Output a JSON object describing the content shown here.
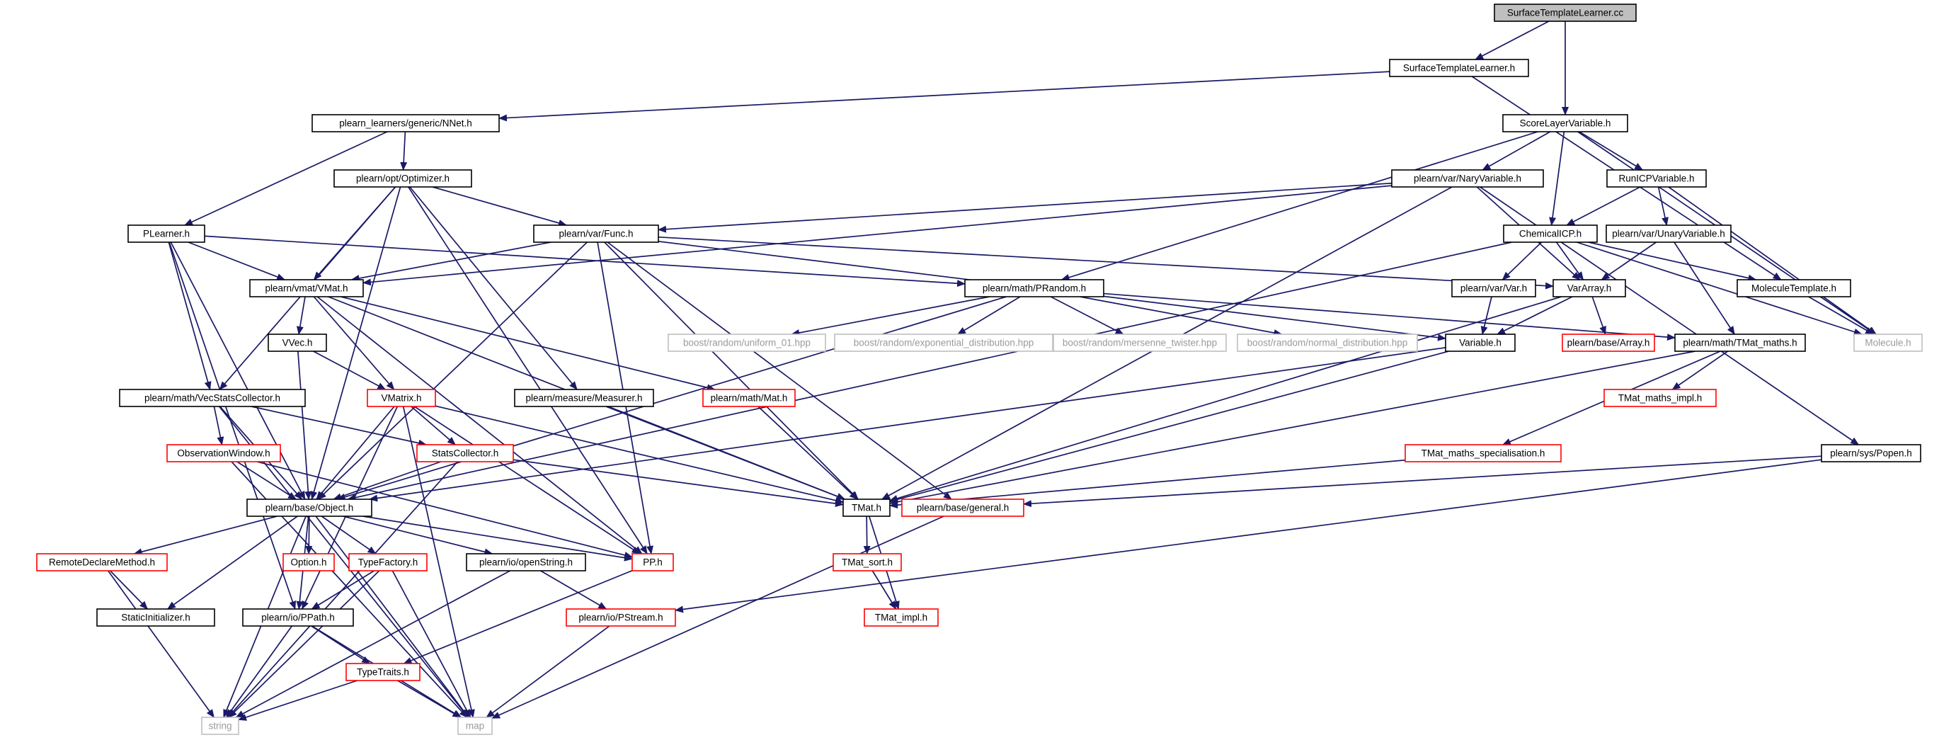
{
  "colors": {
    "edge": "#1a1a66",
    "node_border_black": "#000000",
    "node_border_red": "#ff0000",
    "node_border_gray": "#bfbfbf",
    "root_fill": "#bfbfbf",
    "text": "#000000",
    "text_gray": "#9a9a9a"
  },
  "nodes": [
    {
      "id": "stl_cc",
      "label": "SurfaceTemplateLearner.cc",
      "style": "root"
    },
    {
      "id": "stl_h",
      "label": "SurfaceTemplateLearner.h",
      "style": "black"
    },
    {
      "id": "nnet",
      "label": "plearn_learners/generic/NNet.h",
      "style": "black"
    },
    {
      "id": "slv",
      "label": "ScoreLayerVariable.h",
      "style": "black"
    },
    {
      "id": "optimizer",
      "label": "plearn/opt/Optimizer.h",
      "style": "black"
    },
    {
      "id": "nary",
      "label": "plearn/var/NaryVariable.h",
      "style": "black"
    },
    {
      "id": "runicp",
      "label": "RunICPVariable.h",
      "style": "black"
    },
    {
      "id": "plearner",
      "label": "PLearner.h",
      "style": "black"
    },
    {
      "id": "func",
      "label": "plearn/var/Func.h",
      "style": "black"
    },
    {
      "id": "chemicalicp",
      "label": "ChemicalICP.h",
      "style": "black"
    },
    {
      "id": "unaryvar",
      "label": "plearn/var/UnaryVariable.h",
      "style": "black"
    },
    {
      "id": "vmat",
      "label": "plearn/vmat/VMat.h",
      "style": "black"
    },
    {
      "id": "prandom",
      "label": "plearn/math/PRandom.h",
      "style": "black"
    },
    {
      "id": "var",
      "label": "plearn/var/Var.h",
      "style": "black"
    },
    {
      "id": "vararray",
      "label": "VarArray.h",
      "style": "black"
    },
    {
      "id": "moltemplate",
      "label": "MoleculeTemplate.h",
      "style": "black"
    },
    {
      "id": "molecule",
      "label": "Molecule.h",
      "style": "gray"
    },
    {
      "id": "vvec",
      "label": "VVec.h",
      "style": "black"
    },
    {
      "id": "uniform01",
      "label": "boost/random/uniform_01.hpp",
      "style": "gray"
    },
    {
      "id": "expdist",
      "label": "boost/random/exponential_distribution.hpp",
      "style": "gray"
    },
    {
      "id": "mersenne",
      "label": "boost/random/mersenne_twister.hpp",
      "style": "gray"
    },
    {
      "id": "normdist",
      "label": "boost/random/normal_distribution.hpp",
      "style": "gray"
    },
    {
      "id": "variable",
      "label": "Variable.h",
      "style": "black"
    },
    {
      "id": "basearray",
      "label": "plearn/base/Array.h",
      "style": "red"
    },
    {
      "id": "tmatmaths",
      "label": "plearn/math/TMat_maths.h",
      "style": "black"
    },
    {
      "id": "vecstats",
      "label": "plearn/math/VecStatsCollector.h",
      "style": "black"
    },
    {
      "id": "vmatrix",
      "label": "VMatrix.h",
      "style": "red"
    },
    {
      "id": "measurer",
      "label": "plearn/measure/Measurer.h",
      "style": "black"
    },
    {
      "id": "mat",
      "label": "plearn/math/Mat.h",
      "style": "red"
    },
    {
      "id": "tmatmathsimpl",
      "label": "TMat_maths_impl.h",
      "style": "red"
    },
    {
      "id": "obswindow",
      "label": "ObservationWindow.h",
      "style": "red"
    },
    {
      "id": "statscoll",
      "label": "StatsCollector.h",
      "style": "red"
    },
    {
      "id": "tmatspec",
      "label": "TMat_maths_specialisation.h",
      "style": "red"
    },
    {
      "id": "popen",
      "label": "plearn/sys/Popen.h",
      "style": "black"
    },
    {
      "id": "object",
      "label": "plearn/base/Object.h",
      "style": "black"
    },
    {
      "id": "tmat",
      "label": "TMat.h",
      "style": "black"
    },
    {
      "id": "general",
      "label": "plearn/base/general.h",
      "style": "red"
    },
    {
      "id": "remotedecl",
      "label": "RemoteDeclareMethod.h",
      "style": "red"
    },
    {
      "id": "option",
      "label": "Option.h",
      "style": "red"
    },
    {
      "id": "typefactory",
      "label": "TypeFactory.h",
      "style": "red"
    },
    {
      "id": "openstring",
      "label": "plearn/io/openString.h",
      "style": "black"
    },
    {
      "id": "pp",
      "label": "PP.h",
      "style": "red"
    },
    {
      "id": "tmatsort",
      "label": "TMat_sort.h",
      "style": "red"
    },
    {
      "id": "staticinit",
      "label": "StaticInitializer.h",
      "style": "black"
    },
    {
      "id": "ppath",
      "label": "plearn/io/PPath.h",
      "style": "black"
    },
    {
      "id": "pstream",
      "label": "plearn/io/PStream.h",
      "style": "red"
    },
    {
      "id": "tmatimpl",
      "label": "TMat_impl.h",
      "style": "red"
    },
    {
      "id": "typetraits",
      "label": "TypeTraits.h",
      "style": "red"
    },
    {
      "id": "string",
      "label": "string",
      "style": "gray"
    },
    {
      "id": "map",
      "label": "map",
      "style": "gray"
    }
  ],
  "edges": [
    [
      "stl_cc",
      "stl_h"
    ],
    [
      "stl_cc",
      "slv"
    ],
    [
      "stl_h",
      "nnet"
    ],
    [
      "stl_h",
      "moltemplate"
    ],
    [
      "nnet",
      "optimizer"
    ],
    [
      "nnet",
      "plearner"
    ],
    [
      "slv",
      "nary"
    ],
    [
      "slv",
      "runicp"
    ],
    [
      "slv",
      "chemicalicp"
    ],
    [
      "slv",
      "prandom"
    ],
    [
      "slv",
      "molecule"
    ],
    [
      "optimizer",
      "func"
    ],
    [
      "optimizer",
      "vmat"
    ],
    [
      "optimizer",
      "vecstats"
    ],
    [
      "optimizer",
      "measurer"
    ],
    [
      "optimizer",
      "object"
    ],
    [
      "optimizer",
      "pp"
    ],
    [
      "nary",
      "func"
    ],
    [
      "nary",
      "vmat"
    ],
    [
      "nary",
      "vararray"
    ],
    [
      "nary",
      "tmat"
    ],
    [
      "nary",
      "popen"
    ],
    [
      "runicp",
      "chemicalicp"
    ],
    [
      "runicp",
      "unaryvar"
    ],
    [
      "runicp",
      "molecule"
    ],
    [
      "plearner",
      "vmat"
    ],
    [
      "plearner",
      "prandom"
    ],
    [
      "plearner",
      "vecstats"
    ],
    [
      "plearner",
      "object"
    ],
    [
      "plearner",
      "ppath"
    ],
    [
      "func",
      "vmat"
    ],
    [
      "func",
      "vararray"
    ],
    [
      "func",
      "variable"
    ],
    [
      "func",
      "tmat"
    ],
    [
      "func",
      "object"
    ],
    [
      "func",
      "pp"
    ],
    [
      "func",
      "general"
    ],
    [
      "chemicalicp",
      "var"
    ],
    [
      "chemicalicp",
      "vararray"
    ],
    [
      "chemicalicp",
      "moltemplate"
    ],
    [
      "chemicalicp",
      "molecule"
    ],
    [
      "chemicalicp",
      "object"
    ],
    [
      "unaryvar",
      "vararray"
    ],
    [
      "unaryvar",
      "tmatmaths"
    ],
    [
      "vmat",
      "vvec"
    ],
    [
      "vmat",
      "vmatrix"
    ],
    [
      "vmat",
      "mat"
    ],
    [
      "vmat",
      "tmat"
    ],
    [
      "vmat",
      "pp"
    ],
    [
      "prandom",
      "uniform01"
    ],
    [
      "prandom",
      "expdist"
    ],
    [
      "prandom",
      "mersenne"
    ],
    [
      "prandom",
      "normdist"
    ],
    [
      "prandom",
      "tmatmaths"
    ],
    [
      "prandom",
      "object"
    ],
    [
      "var",
      "variable"
    ],
    [
      "vararray",
      "variable"
    ],
    [
      "vararray",
      "basearray"
    ],
    [
      "vararray",
      "tmat"
    ],
    [
      "moltemplate",
      "molecule"
    ],
    [
      "vvec",
      "vmatrix"
    ],
    [
      "vvec",
      "object"
    ],
    [
      "variable",
      "tmat"
    ],
    [
      "variable",
      "object"
    ],
    [
      "tmatmaths",
      "tmatmathsimpl"
    ],
    [
      "tmatmaths",
      "tmatspec"
    ],
    [
      "tmatmaths",
      "tmat"
    ],
    [
      "vecstats",
      "obswindow"
    ],
    [
      "vecstats",
      "statscoll"
    ],
    [
      "vecstats",
      "object"
    ],
    [
      "vecstats",
      "map"
    ],
    [
      "vmatrix",
      "statscoll"
    ],
    [
      "vmatrix",
      "object"
    ],
    [
      "vmatrix",
      "tmat"
    ],
    [
      "vmatrix",
      "ppath"
    ],
    [
      "vmatrix",
      "pp"
    ],
    [
      "vmatrix",
      "map"
    ],
    [
      "measurer",
      "tmat"
    ],
    [
      "mat",
      "tmat"
    ],
    [
      "obswindow",
      "object"
    ],
    [
      "obswindow",
      "pp"
    ],
    [
      "obswindow",
      "map"
    ],
    [
      "statscoll",
      "object"
    ],
    [
      "statscoll",
      "tmat"
    ],
    [
      "statscoll",
      "string"
    ],
    [
      "tmatspec",
      "tmat"
    ],
    [
      "popen",
      "general"
    ],
    [
      "popen",
      "pstream"
    ],
    [
      "object",
      "remotedecl"
    ],
    [
      "object",
      "option"
    ],
    [
      "object",
      "typefactory"
    ],
    [
      "object",
      "openstring"
    ],
    [
      "object",
      "pp"
    ],
    [
      "object",
      "staticinit"
    ],
    [
      "object",
      "ppath"
    ],
    [
      "object",
      "string"
    ],
    [
      "object",
      "map"
    ],
    [
      "tmat",
      "tmatsort"
    ],
    [
      "tmat",
      "tmatimpl"
    ],
    [
      "general",
      "map"
    ],
    [
      "remotedecl",
      "staticinit"
    ],
    [
      "remotedecl",
      "string"
    ],
    [
      "typefactory",
      "ppath"
    ],
    [
      "typefactory",
      "string"
    ],
    [
      "typefactory",
      "map"
    ],
    [
      "openstring",
      "pstream"
    ],
    [
      "openstring",
      "string"
    ],
    [
      "pp",
      "typetraits"
    ],
    [
      "tmatsort",
      "tmatimpl"
    ],
    [
      "ppath",
      "typetraits"
    ],
    [
      "ppath",
      "string"
    ],
    [
      "ppath",
      "map"
    ],
    [
      "pstream",
      "map"
    ],
    [
      "typetraits",
      "string"
    ],
    [
      "typetraits",
      "map"
    ]
  ]
}
